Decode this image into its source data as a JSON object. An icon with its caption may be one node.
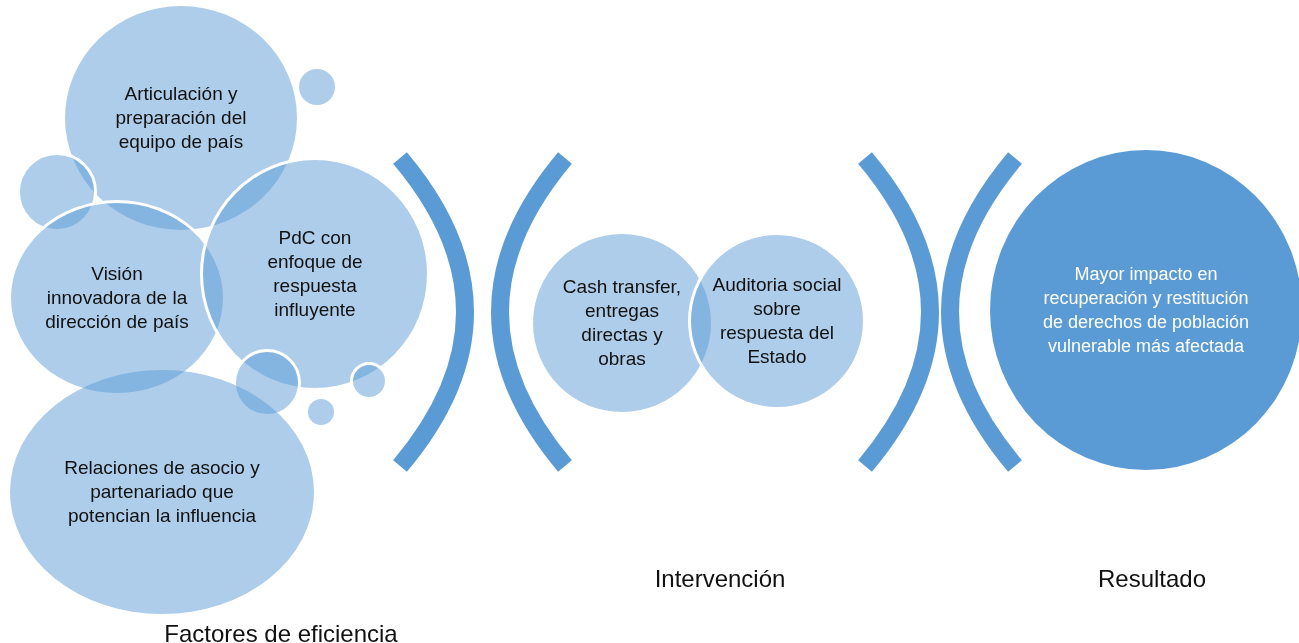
{
  "diagram": {
    "nodes": [
      {
        "text": [
          "Articulación y preparación del equipo de país"
        ]
      },
      {
        "text": [],
        "shape": "circle"
      },
      {
        "text": [],
        "shape": "circle"
      },
      {
        "text": [
          "Visión innovadora de la dirección de país"
        ]
      },
      {
        "text": [
          "PdC con enfoque de respuesta influyente"
        ]
      },
      {
        "text": [],
        "shape": "circle"
      },
      {
        "text": [],
        "shape": "circle"
      },
      {
        "text": [],
        "shape": "circle"
      },
      {
        "text": [
          "Relaciones de asocio y partenariado que potencian la influencia"
        ]
      },
      {
        "text": [
          "Cash transfer, entregas directas y obras"
        ]
      },
      {
        "text": [
          "Auditoria social sobre respuesta del Estado"
        ]
      },
      {
        "text": [
          "Mayor impacto en recuperación y restitución de derechos de población vulnerable más afectada"
        ]
      }
    ],
    "labels": [
      "Factores de eficiencia",
      "Intervención",
      "Resultado"
    ]
  }
}
